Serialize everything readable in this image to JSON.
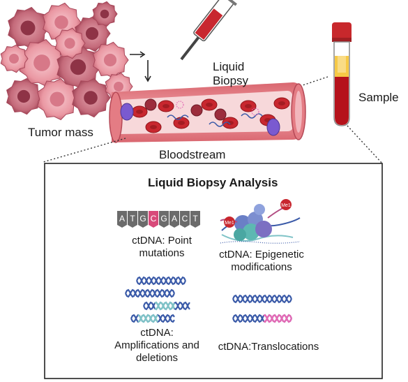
{
  "labels": {
    "tumor_mass": "Tumor mass",
    "liquid_biopsy_line1": "Liquid",
    "liquid_biopsy_line2": "Biopsy",
    "sample": "Sample",
    "bloodstream": "Bloodstream"
  },
  "analysis": {
    "title": "Liquid Biopsy Analysis",
    "sequence": [
      "A",
      "T",
      "G",
      "C",
      "G",
      "A",
      "C",
      "T"
    ],
    "methyl_tag": "Me1",
    "items": [
      {
        "line1": "ctDNA: Point",
        "line2": "mutations"
      },
      {
        "line1": "ctDNA: Epigenetic",
        "line2": "modifications"
      },
      {
        "line1": "ctDNA:",
        "line2": "Amplifications and",
        "line3": "deletions"
      },
      {
        "line1": "ctDNA:Translocations"
      }
    ]
  },
  "colors": {
    "vessel": "#e87f86",
    "vessel_inner": "#f6d3d6",
    "tumor_cell": "#e9909a",
    "tumor_dark": "#c85a68",
    "rbc": "#c8272f",
    "tube_cap": "#c8282c",
    "plasma": "#f5c23a",
    "blood": "#b5121b",
    "dna_blue": "#3a5aa8",
    "dna_teal": "#7fc3c7",
    "dna_pink": "#e46ab5",
    "frame": "#222222"
  }
}
